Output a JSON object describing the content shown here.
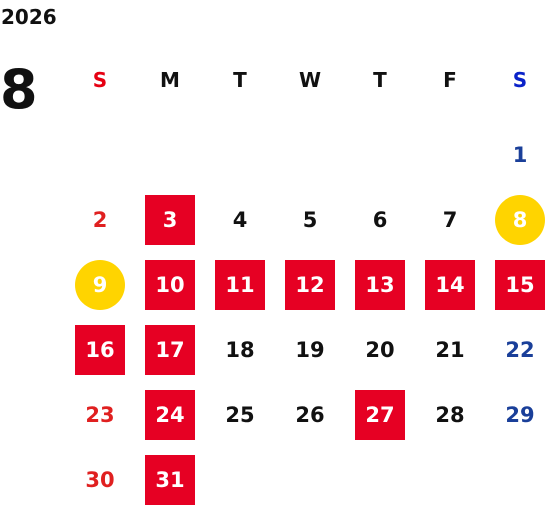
{
  "calendar": {
    "year": "2026",
    "month": "8",
    "weekdays": [
      "S",
      "M",
      "T",
      "W",
      "T",
      "F",
      "S"
    ],
    "first_weekday_index": 6,
    "days": [
      {
        "num": "1",
        "status": "normal"
      },
      {
        "num": "2",
        "status": "normal"
      },
      {
        "num": "3",
        "status": "closed"
      },
      {
        "num": "4",
        "status": "normal"
      },
      {
        "num": "5",
        "status": "normal"
      },
      {
        "num": "6",
        "status": "normal"
      },
      {
        "num": "7",
        "status": "normal"
      },
      {
        "num": "8",
        "status": "special"
      },
      {
        "num": "9",
        "status": "special"
      },
      {
        "num": "10",
        "status": "closed"
      },
      {
        "num": "11",
        "status": "closed"
      },
      {
        "num": "12",
        "status": "closed"
      },
      {
        "num": "13",
        "status": "closed"
      },
      {
        "num": "14",
        "status": "closed"
      },
      {
        "num": "15",
        "status": "closed"
      },
      {
        "num": "16",
        "status": "closed"
      },
      {
        "num": "17",
        "status": "closed"
      },
      {
        "num": "18",
        "status": "normal"
      },
      {
        "num": "19",
        "status": "normal"
      },
      {
        "num": "20",
        "status": "normal"
      },
      {
        "num": "21",
        "status": "normal"
      },
      {
        "num": "22",
        "status": "normal"
      },
      {
        "num": "23",
        "status": "normal"
      },
      {
        "num": "24",
        "status": "closed"
      },
      {
        "num": "25",
        "status": "normal"
      },
      {
        "num": "26",
        "status": "normal"
      },
      {
        "num": "27",
        "status": "closed"
      },
      {
        "num": "28",
        "status": "normal"
      },
      {
        "num": "29",
        "status": "normal"
      },
      {
        "num": "30",
        "status": "normal"
      },
      {
        "num": "31",
        "status": "closed"
      }
    ]
  },
  "colors": {
    "sunday_text": "#e02020",
    "saturday_text": "#1a3f99",
    "closed_fill": "#e60023",
    "special_fill": "#ffd400"
  }
}
